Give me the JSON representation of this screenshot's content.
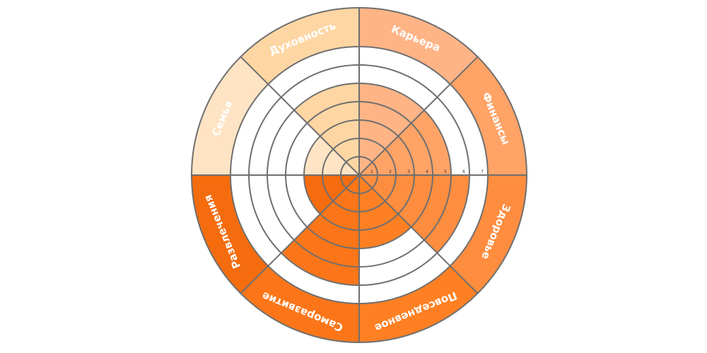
{
  "wheel": {
    "ticks": [
      "1",
      "2",
      "3",
      "4",
      "5",
      "6",
      "7"
    ],
    "line_color": "#6f6f6f",
    "sectors": [
      {
        "label": "Карьера",
        "score": 5,
        "color": "#ffb486"
      },
      {
        "label": "Финансы",
        "score": 5,
        "color": "#ffa366"
      },
      {
        "label": "Здоровье",
        "score": 6,
        "color": "#ff8d3f"
      },
      {
        "label": "Повседневное",
        "score": 4,
        "color": "#ff8023"
      },
      {
        "label": "Саморазвитие",
        "score": 6,
        "color": "#fc7619"
      },
      {
        "label": "Развлечения",
        "score": 3,
        "color": "#f46c0e"
      },
      {
        "label": "Семья",
        "score": 3,
        "color": "#fee4c4"
      },
      {
        "label": "Духовность",
        "score": 5,
        "color": "#fed6a3"
      }
    ]
  }
}
